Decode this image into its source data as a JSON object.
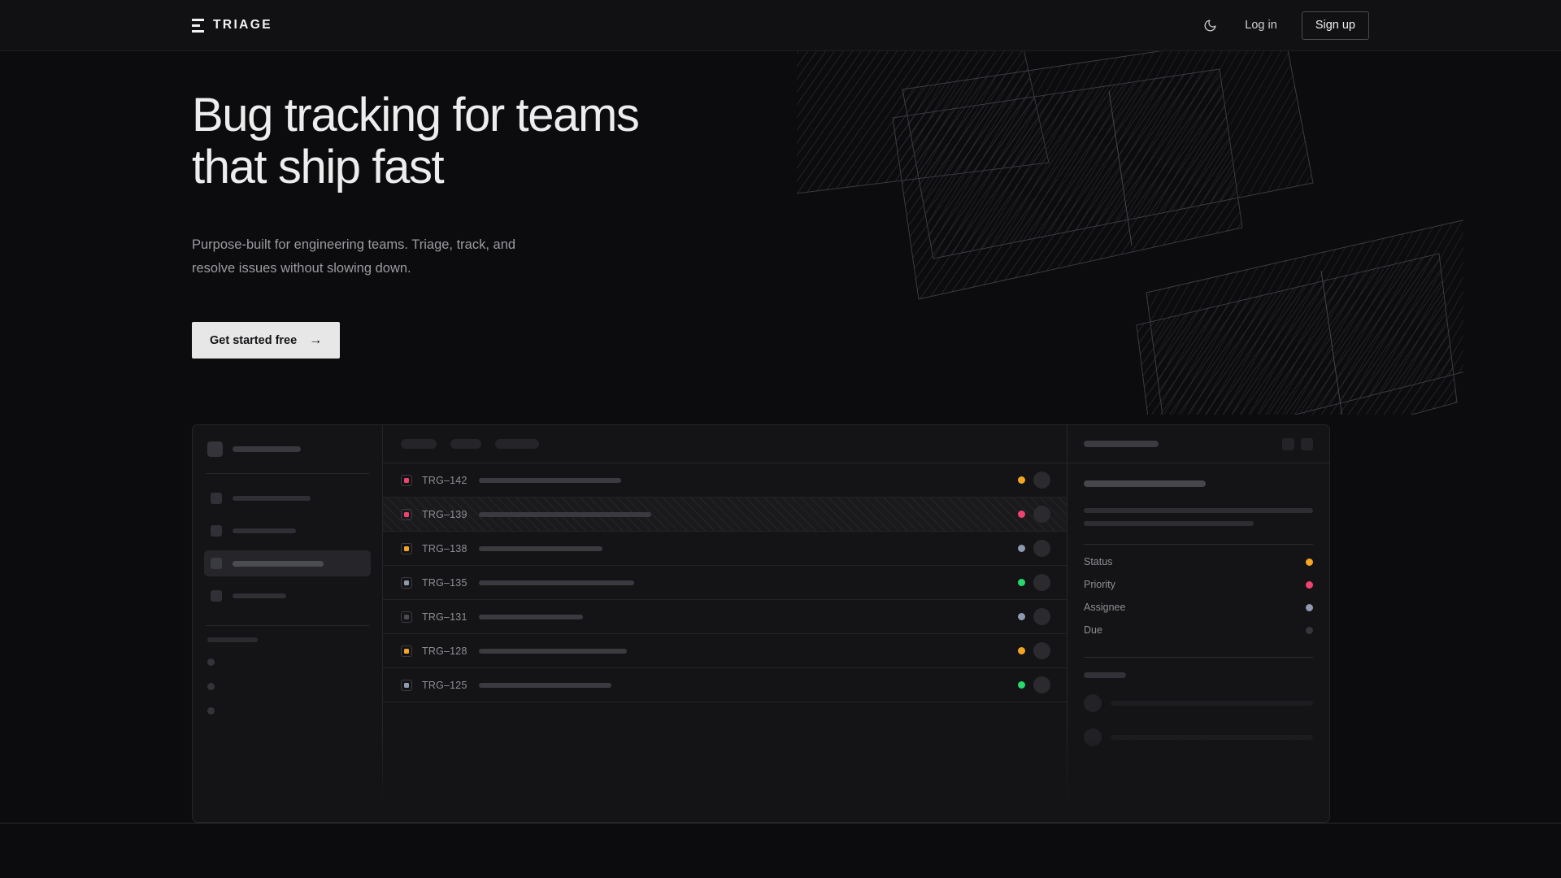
{
  "nav": {
    "brand": "TRIAGE",
    "theme_toggle_icon": "moon-icon",
    "login_label": "Log in",
    "signup_label": "Sign up"
  },
  "hero": {
    "title": "Bug tracking for teams\nthat ship fast",
    "subtitle": "Purpose-built for engineering teams. Triage, track, and\nresolve issues without slowing down.",
    "cta_label": "Get started free",
    "cta_arrow": "→"
  },
  "colors": {
    "page_bg": "#0c0c0e",
    "panel_bg": "#141416",
    "border": "#26262a",
    "accent_pink": "#ef4370",
    "accent_amber": "#f5a524",
    "accent_green": "#26d96a",
    "accent_slate": "#8d9ab0",
    "accent_grey": "#3a3a40",
    "cta_bg": "#e7e7e8"
  },
  "app": {
    "sidebar": {
      "nav_items": [
        {
          "width": 96,
          "active": false
        },
        {
          "width": 78,
          "active": false
        },
        {
          "width": 112,
          "active": true
        },
        {
          "width": 66,
          "active": false
        }
      ],
      "section_dots": 3
    },
    "list": {
      "toolbar_chips": [
        44,
        38,
        54
      ],
      "rows": [
        {
          "id": "TRG–142",
          "priority_color": "#ef4370",
          "title_width": 175,
          "status_color": "#f5a524",
          "selected": false
        },
        {
          "id": "TRG–139",
          "priority_color": "#ef4370",
          "title_width": 212,
          "status_color": "#ef4370",
          "selected": true
        },
        {
          "id": "TRG–138",
          "priority_color": "#f5a524",
          "title_width": 152,
          "status_color": "#8d9ab0",
          "selected": false
        },
        {
          "id": "TRG–135",
          "priority_color": "#8d9ab0",
          "title_width": 191,
          "status_color": "#26d96a",
          "selected": false
        },
        {
          "id": "TRG–131",
          "priority_color": "#4a4a52",
          "title_width": 128,
          "status_color": "#8d9ab0",
          "selected": false
        },
        {
          "id": "TRG–128",
          "priority_color": "#f5a524",
          "title_width": 182,
          "status_color": "#f5a524",
          "selected": false
        },
        {
          "id": "TRG–125",
          "priority_color": "#8d9ab0",
          "title_width": 163,
          "status_color": "#26d96a",
          "selected": false
        }
      ]
    },
    "detail": {
      "meta": [
        {
          "label": "Status",
          "dot_color": "#f5a524"
        },
        {
          "label": "Priority",
          "dot_color": "#ef4370"
        },
        {
          "label": "Assignee",
          "dot_color": "#8d9ab0"
        },
        {
          "label": "Due",
          "dot_color": "#35353b"
        }
      ],
      "comments": 2
    }
  }
}
